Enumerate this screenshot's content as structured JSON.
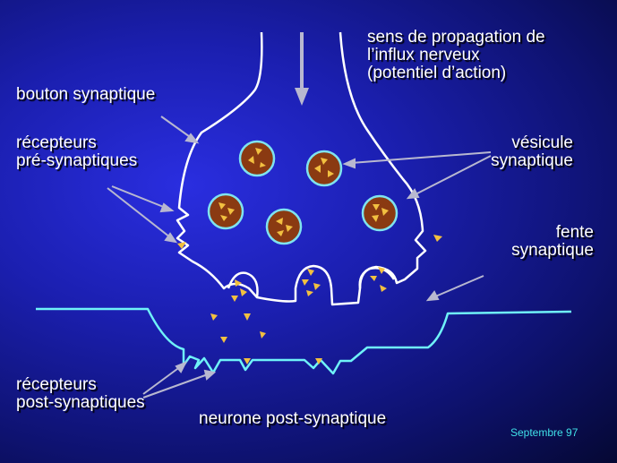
{
  "labels": {
    "propagation": [
      "sens de propagation  de",
      "l’influx nerveux",
      "(potentiel d’action)"
    ],
    "bouton": "bouton synaptique",
    "recepteurs_pre": [
      "récepteurs",
      "pré-synaptiques"
    ],
    "vesicule": [
      "vésicule",
      "synaptique"
    ],
    "fente": [
      "fente",
      "synaptique"
    ],
    "recepteurs_post": [
      "récepteurs",
      "post-synaptiques"
    ],
    "neurone_post": "neurone post-synaptique"
  },
  "footer": "Septembre  97",
  "colors": {
    "membrane_pre": "#ffffff",
    "membrane_post": "#6ff2f8",
    "arrow": "#b8b8d0",
    "vesicle_fill": "#8a3a12",
    "vesicle_ring": "#7fe3ef",
    "neurotransmitter": "#f2c040"
  }
}
